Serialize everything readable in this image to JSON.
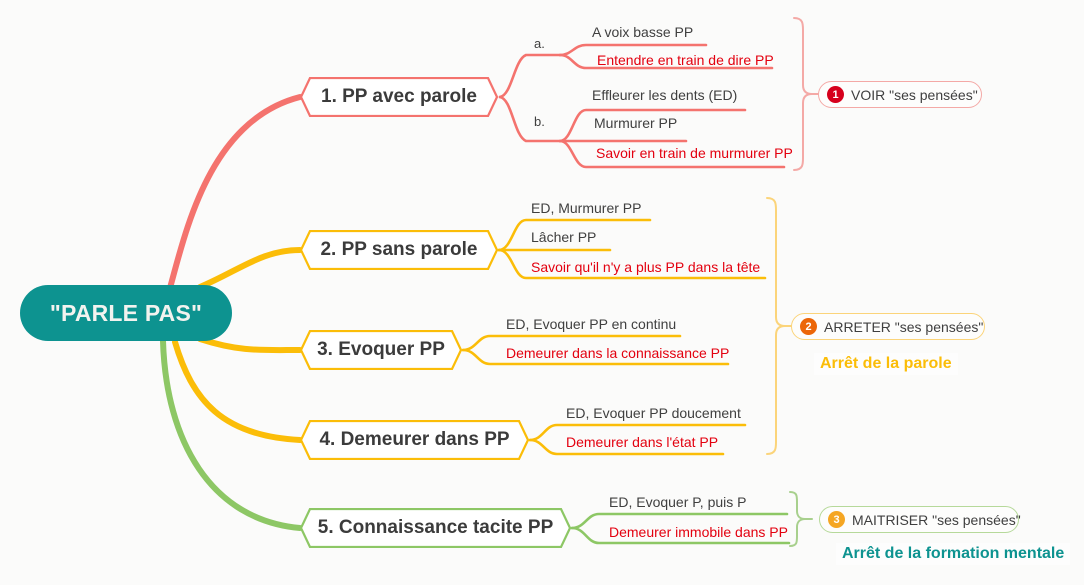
{
  "colors": {
    "background": "#fbfbfa",
    "root_fill": "#0d9390",
    "root_text": "#f2f3ef",
    "red_branch": "#f4736e",
    "yellow_branch": "#fbbd08",
    "green_branch": "#8dc765",
    "leaf_text": "#3f3f3f",
    "leaf_red_text": "#e3000f",
    "badge_1": "#d6001c",
    "badge_2": "#ec6608",
    "badge_3": "#f5a623",
    "outcome_2": "#fbbd08",
    "outcome_3": "#0d9390"
  },
  "root": {
    "label": "\"PARLE PAS\""
  },
  "branches": [
    {
      "id": "branch-1",
      "title": "1. PP avec parole",
      "color": "#f4736e",
      "groups": [
        {
          "marker": "a.",
          "leaves": [
            {
              "text": "A voix basse PP",
              "style": "normal"
            },
            {
              "text": "Entendre en train de dire PP",
              "style": "red"
            }
          ]
        },
        {
          "marker": "b.",
          "leaves": [
            {
              "text": "Effleurer les dents (ED)",
              "style": "normal"
            },
            {
              "text": "Murmurer PP",
              "style": "normal"
            },
            {
              "text": "Savoir en train de murmurer PP",
              "style": "red"
            }
          ]
        }
      ]
    },
    {
      "id": "branch-2",
      "title": "2. PP sans parole",
      "color": "#fbbd08",
      "groups": [
        {
          "marker": "",
          "leaves": [
            {
              "text": "ED, Murmurer PP",
              "style": "normal"
            },
            {
              "text": "Lâcher PP",
              "style": "normal"
            },
            {
              "text": "Savoir qu'il n'y a plus PP dans la tête",
              "style": "red"
            }
          ]
        }
      ]
    },
    {
      "id": "branch-3",
      "title": "3. Evoquer PP",
      "color": "#fbbd08",
      "groups": [
        {
          "marker": "",
          "leaves": [
            {
              "text": "ED, Evoquer PP en continu",
              "style": "normal"
            },
            {
              "text": "Demeurer dans la connaissance PP",
              "style": "red"
            }
          ]
        }
      ]
    },
    {
      "id": "branch-4",
      "title": "4. Demeurer dans PP",
      "color": "#fbbd08",
      "groups": [
        {
          "marker": "",
          "leaves": [
            {
              "text": "ED, Evoquer PP doucement",
              "style": "normal"
            },
            {
              "text": "Demeurer dans l'état PP",
              "style": "red"
            }
          ]
        }
      ]
    },
    {
      "id": "branch-5",
      "title": "5. Connaissance tacite PP",
      "color": "#8dc765",
      "groups": [
        {
          "marker": "",
          "leaves": [
            {
              "text": "ED, Evoquer P, puis P",
              "style": "normal"
            },
            {
              "text": "Demeurer immobile dans PP",
              "style": "red"
            }
          ]
        }
      ]
    }
  ],
  "summaries": [
    {
      "id": "summary-1",
      "number": "1",
      "text": "VOIR \"ses pensées\"",
      "badge_color": "#d6001c",
      "border_color": "#f4a9a6",
      "outcome": null
    },
    {
      "id": "summary-2",
      "number": "2",
      "text": "ARRETER \"ses pensées\"",
      "badge_color": "#ec6608",
      "border_color": "#fbd47a",
      "outcome": "Arrêt de la parole"
    },
    {
      "id": "summary-3",
      "number": "3",
      "text": "MAITRISER \"ses pensées\"",
      "badge_color": "#f5a623",
      "border_color": "#b6d99a",
      "outcome": "Arrêt de la formation mentale"
    }
  ]
}
